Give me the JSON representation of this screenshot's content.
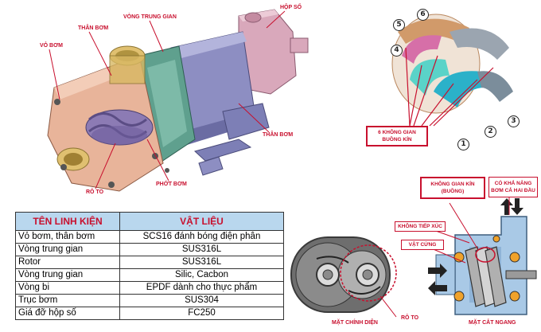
{
  "pump_callouts": {
    "vo_bom": "VỎ BƠM",
    "than_bom_top": "THÂN BƠM",
    "vong_trung_gian": "VÒNG TRUNG GIAN",
    "hop_so": "HỘP SỐ",
    "than_bom_right": "THÂN BƠM",
    "phot_bom": "PHỚT BƠM",
    "ro_to": "RÔ TO"
  },
  "chamber_diagram": {
    "numbers": [
      "1",
      "2",
      "3",
      "4",
      "5",
      "6"
    ],
    "label": "6 KHÔNG GIAN BUỒNG KÍN"
  },
  "materials_table": {
    "headers": [
      "TÊN LINH KIỆN",
      "VẬT LIỆU"
    ],
    "rows": [
      [
        "Vỏ bơm, thân bơm",
        "SCS16 đánh bóng điện phân"
      ],
      [
        "Vòng trung gian",
        "SUS316L"
      ],
      [
        "Rotor",
        "SUS316L"
      ],
      [
        "Vòng trung gian",
        "Silic, Cacbon"
      ],
      [
        "Vòng bi",
        "EPDF dành cho thực phẩm"
      ],
      [
        "Trục bơm",
        "SUS304"
      ],
      [
        "Giá đỡ hộp số",
        "FC250"
      ]
    ]
  },
  "sections": {
    "front_caption": "MẶT CHÍNH DIỆN",
    "rotor_caption": "RÔ TO",
    "cross_caption": "MẶT CẮT NGANG",
    "sealed_space": "KHÔNG GIAN KÍN (BUỒNG)",
    "bidirectional": "CÓ KHẢ NĂNG BƠM CẢ HAI ĐẦU",
    "no_contact": "KHÔNG TIẾP XÚC",
    "barrier": "VẬT CỨNG"
  },
  "colors": {
    "callout_red": "#c8102e",
    "table_header": "#b9d7ee",
    "casing_peach": "#e8b49a",
    "gear_purple": "#8c7bb4"
  }
}
